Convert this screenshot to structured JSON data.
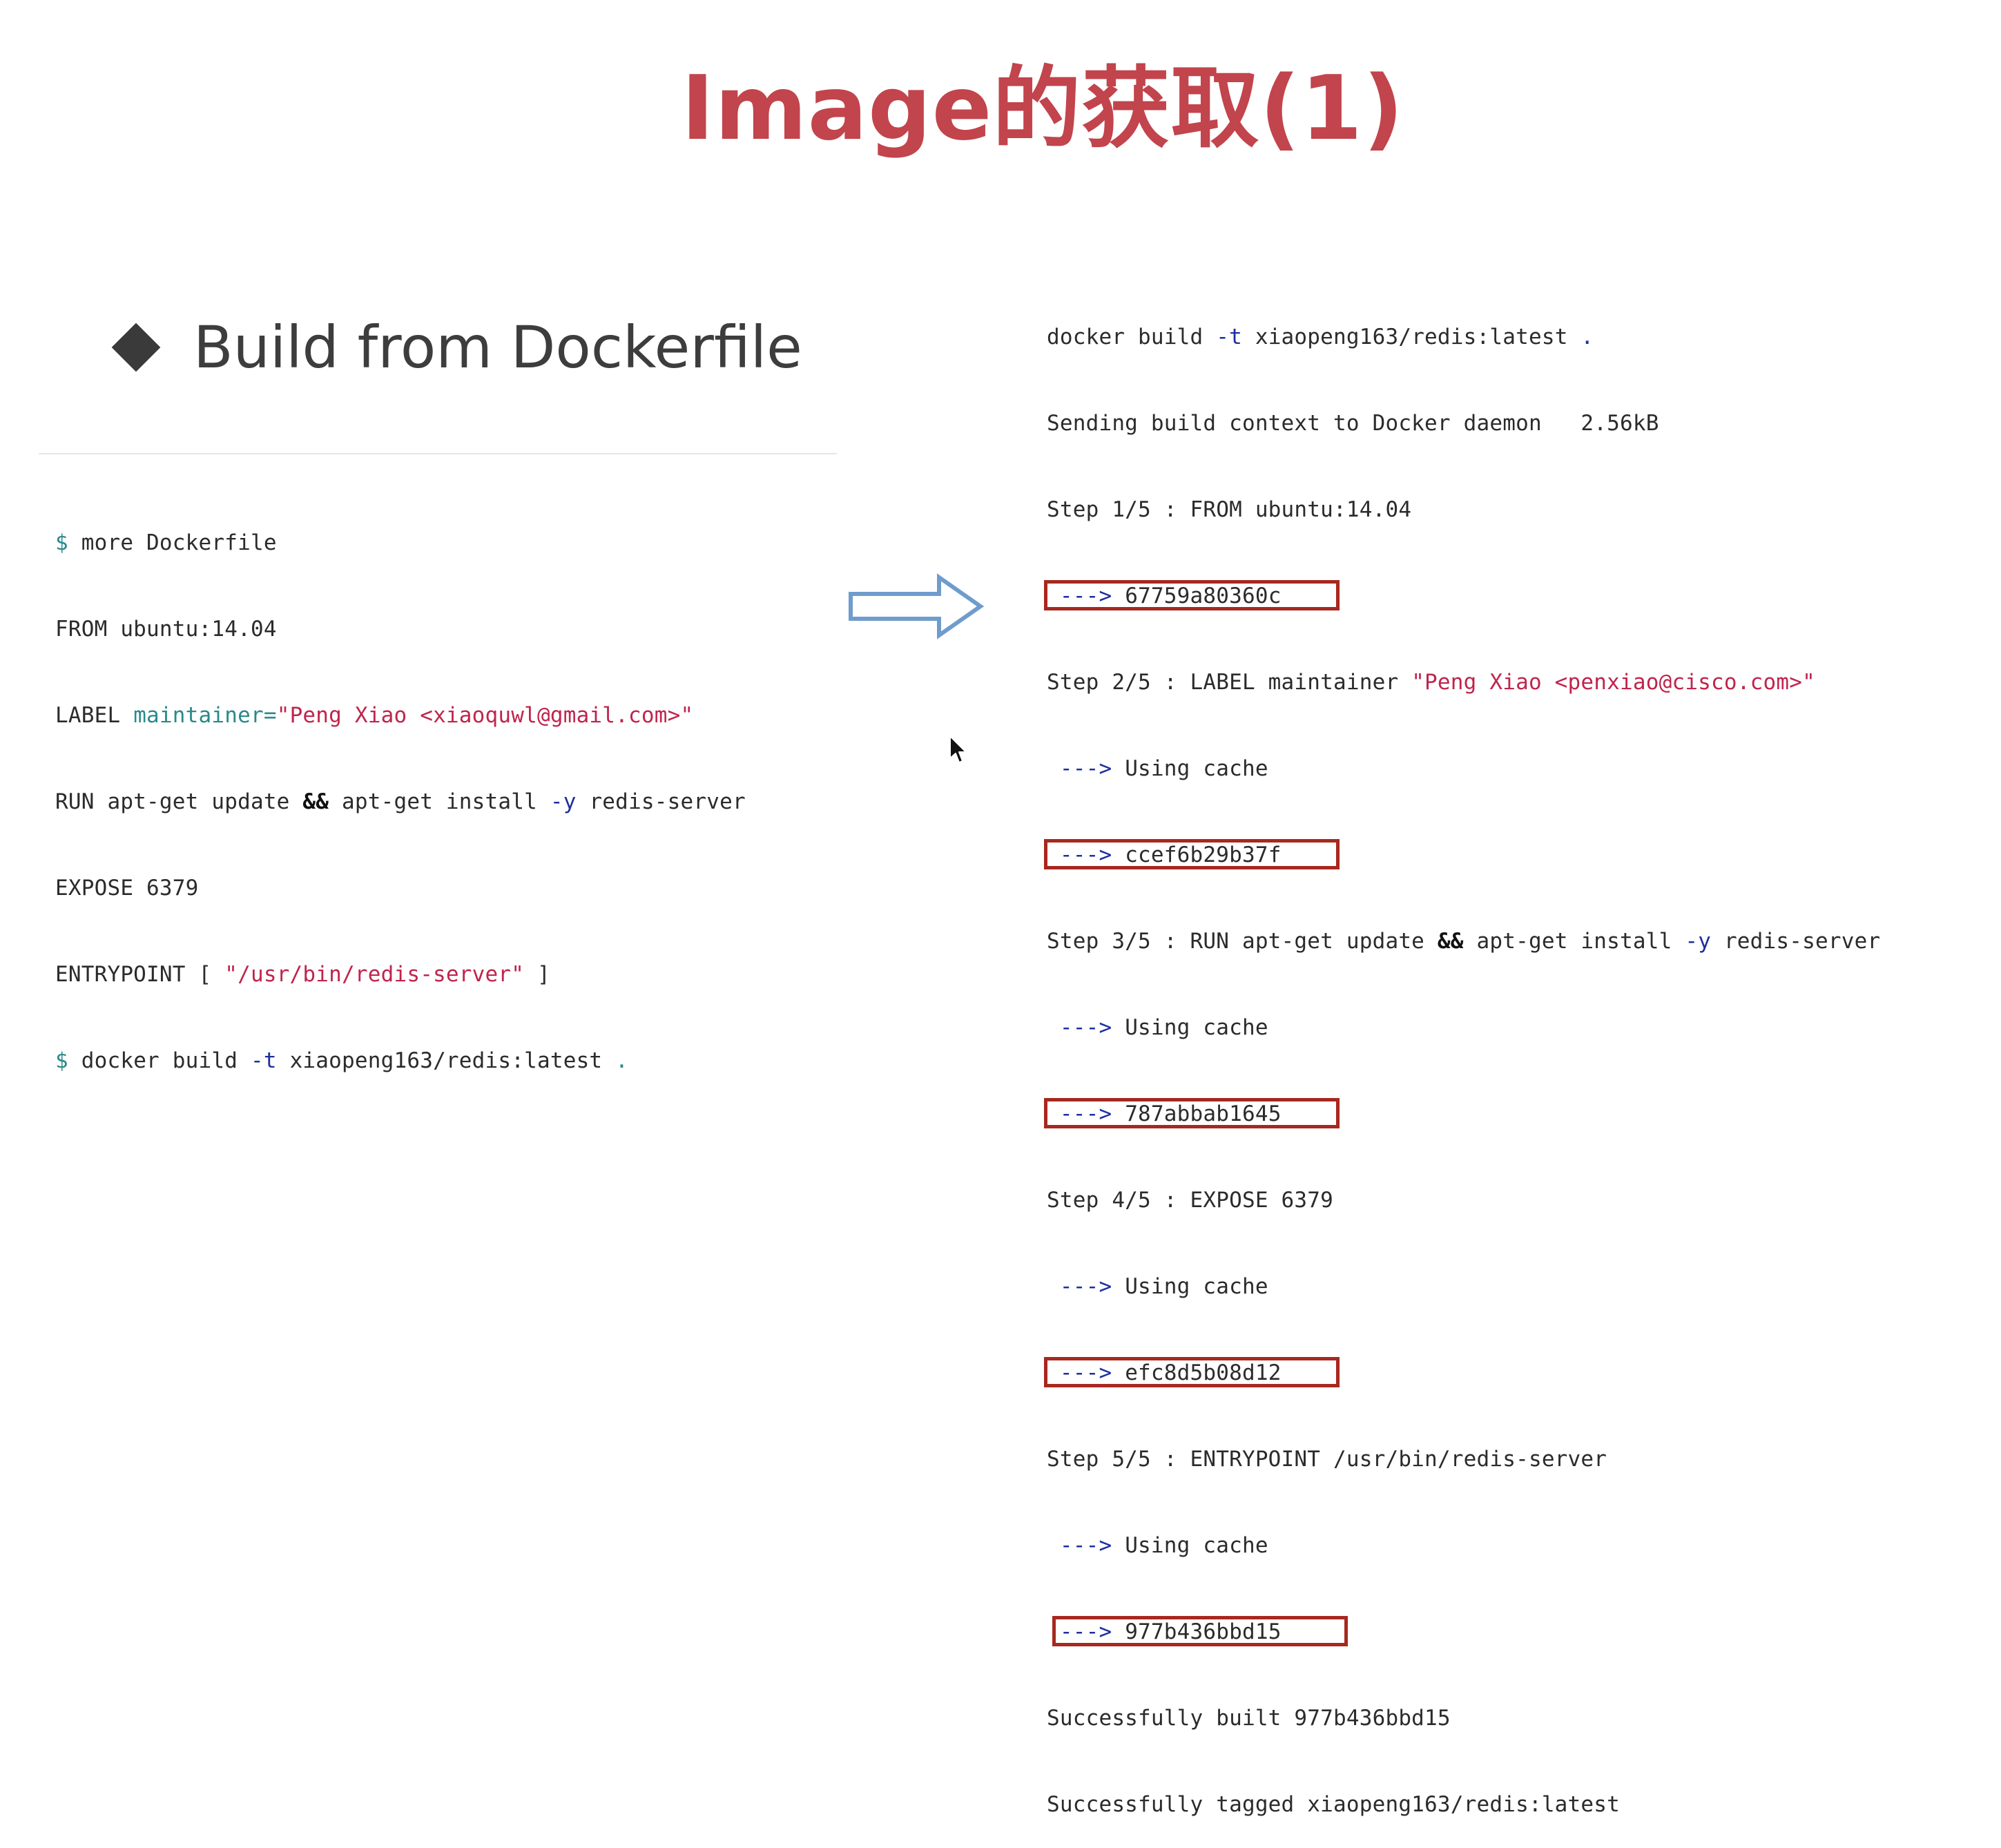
{
  "title": "Image的获取(1)",
  "bullet": {
    "text": "Build from Dockerfile"
  },
  "left_code": {
    "line1": {
      "prompt": "$",
      "text": " more Dockerfile"
    },
    "line2": {
      "text": "FROM ubuntu:14.04"
    },
    "line3": {
      "keyword": "LABEL ",
      "attr": "maintainer",
      "eq": "=",
      "value": "\"Peng Xiao <xiaoquwl@gmail.com>\""
    },
    "line4": {
      "pre": "RUN apt-get update ",
      "op": "&&",
      "mid": " apt-get install ",
      "flag": "-y",
      "post": " redis-server"
    },
    "line5": {
      "text": "EXPOSE 6379"
    },
    "line6": {
      "pre": "ENTRYPOINT [ ",
      "value": "\"/usr/bin/redis-server\"",
      "post": " ]"
    },
    "line7": {
      "prompt": "$",
      "pre": " docker build ",
      "flag": "-t",
      "post": " xiaopeng163/redis:latest ",
      "dot": "."
    }
  },
  "right_code": {
    "l1": {
      "pre": "docker build ",
      "flag": "-t",
      "post": " xiaopeng163/redis:latest ",
      "dot": "."
    },
    "l2": {
      "text": "Sending build context to Docker daemon   2.56kB"
    },
    "l3": {
      "text": "Step 1/5 : FROM ubuntu:14.04"
    },
    "l4": {
      "arrow": " --->",
      "id": " 67759a80360c"
    },
    "l5": {
      "pre": "Step 2/5 : LABEL maintainer ",
      "value": "\"Peng Xiao <penxiao@cisco.com>\""
    },
    "l6": {
      "arrow": " --->",
      "text": " Using cache"
    },
    "l7": {
      "arrow": " --->",
      "id": " ccef6b29b37f"
    },
    "l8": {
      "pre": "Step 3/5 : RUN apt-get update ",
      "op": "&&",
      "mid": " apt-get install ",
      "flag": "-y",
      "post": " redis-server"
    },
    "l9": {
      "arrow": " --->",
      "text": " Using cache"
    },
    "l10": {
      "arrow": " --->",
      "id": " 787abbab1645"
    },
    "l11": {
      "text": "Step 4/5 : EXPOSE 6379"
    },
    "l12": {
      "arrow": " --->",
      "text": " Using cache"
    },
    "l13": {
      "arrow": " --->",
      "id": " efc8d5b08d12"
    },
    "l14": {
      "text": "Step 5/5 : ENTRYPOINT /usr/bin/redis-server"
    },
    "l15": {
      "arrow": " --->",
      "text": " Using cache"
    },
    "l16": {
      "arrow": " --->",
      "id": " 977b436bbd15"
    },
    "l17": {
      "text": "Successfully built 977b436bbd15"
    },
    "l18": {
      "text": "Successfully tagged xiaopeng163/redis:latest"
    }
  },
  "colors": {
    "title": "#c2444c",
    "highlight_box": "#a7281f",
    "arrow_stroke": "#6f9ccd",
    "string": "#c0244c",
    "prompt": "#2a8a8a",
    "flag": "#1d2fa0"
  },
  "icons": {
    "bullet": "diamond-icon",
    "transition": "right-arrow-icon",
    "pointer": "mouse-cursor-icon"
  }
}
